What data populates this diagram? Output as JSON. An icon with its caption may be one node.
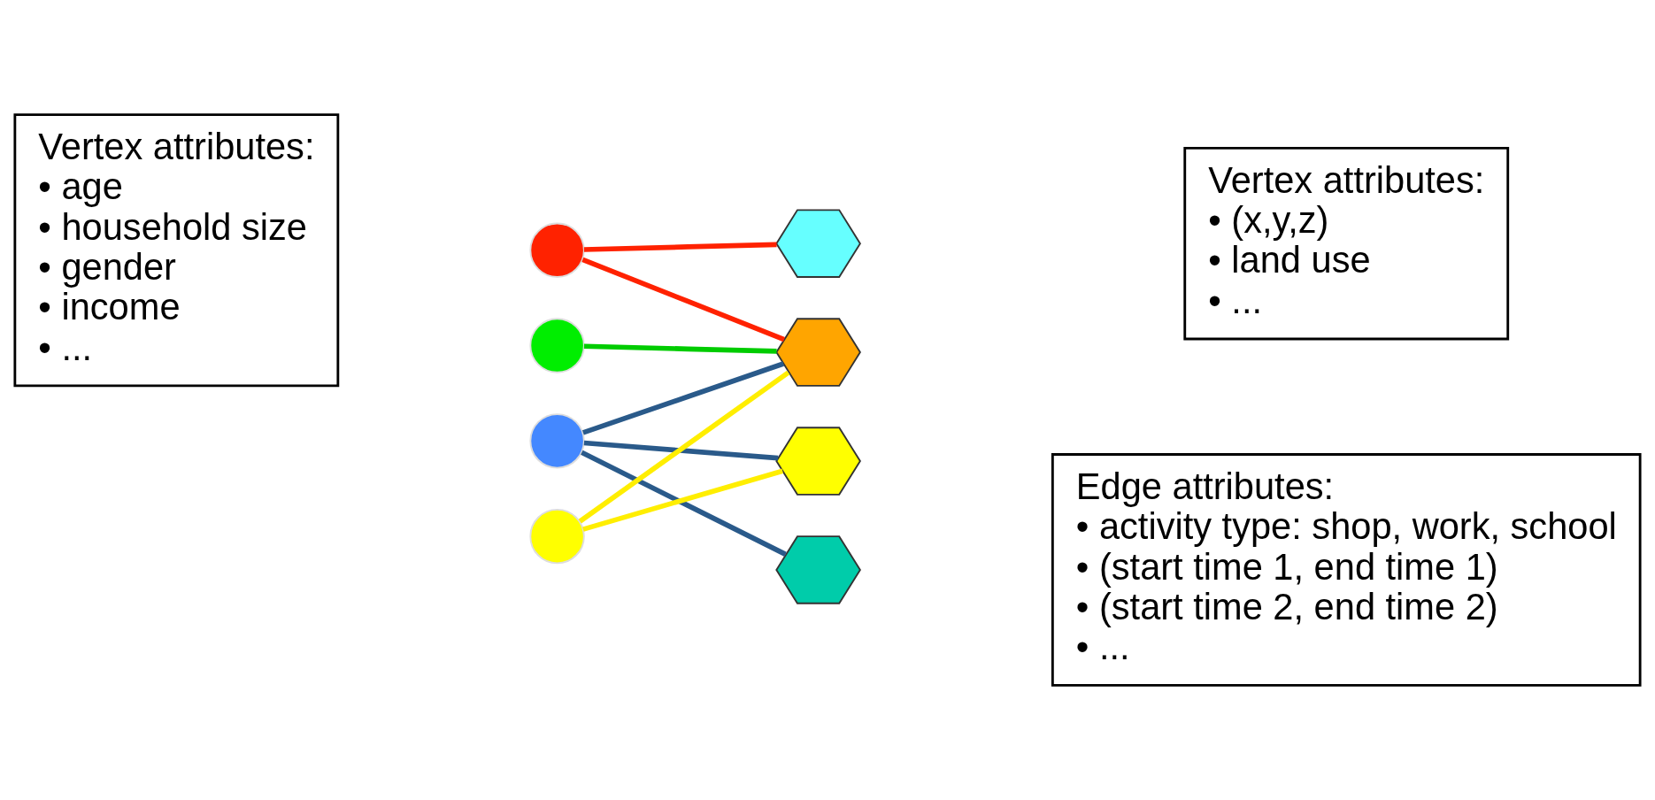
{
  "diagram": {
    "nodes": [
      {
        "text": [
          "Vertex attributes:",
          "• age",
          "• household size",
          "• gender",
          "• income",
          "• ..."
        ]
      },
      {
        "text": [],
        "shape": "circle"
      },
      {
        "text": [],
        "shape": "circle"
      },
      {
        "text": [],
        "shape": "circle"
      },
      {
        "text": [],
        "shape": "circle"
      },
      {
        "text": [],
        "shape": "hexagon"
      },
      {
        "text": [],
        "shape": "hexagon"
      },
      {
        "text": [],
        "shape": "hexagon"
      },
      {
        "text": [],
        "shape": "hexagon"
      },
      {
        "text": [
          "Vertex attributes:",
          "• (x,y,z)",
          "• land use",
          "• ..."
        ]
      },
      {
        "text": [
          "Edge attributes:",
          "• activity type: shop, work, school",
          "• (start time 1, end time 1)",
          "• (start time 2, end time 2)",
          "• ..."
        ]
      }
    ],
    "edges": [
      {
        "from": 1,
        "to": 5,
        "arrow": "none",
        "color": "#ff2200"
      },
      {
        "from": 1,
        "to": 6,
        "arrow": "none",
        "color": "#ff2200"
      },
      {
        "from": 2,
        "to": 6,
        "arrow": "none",
        "color": "#00cc00"
      },
      {
        "from": 3,
        "to": 6,
        "arrow": "none"
      },
      {
        "from": 3,
        "to": 7,
        "arrow": "none"
      },
      {
        "from": 3,
        "to": 8,
        "arrow": "none"
      },
      {
        "from": 4,
        "to": 6,
        "arrow": "none",
        "color": "#ffee00"
      },
      {
        "from": 4,
        "to": 7,
        "arrow": "none",
        "color": "#ffee00"
      }
    ]
  }
}
